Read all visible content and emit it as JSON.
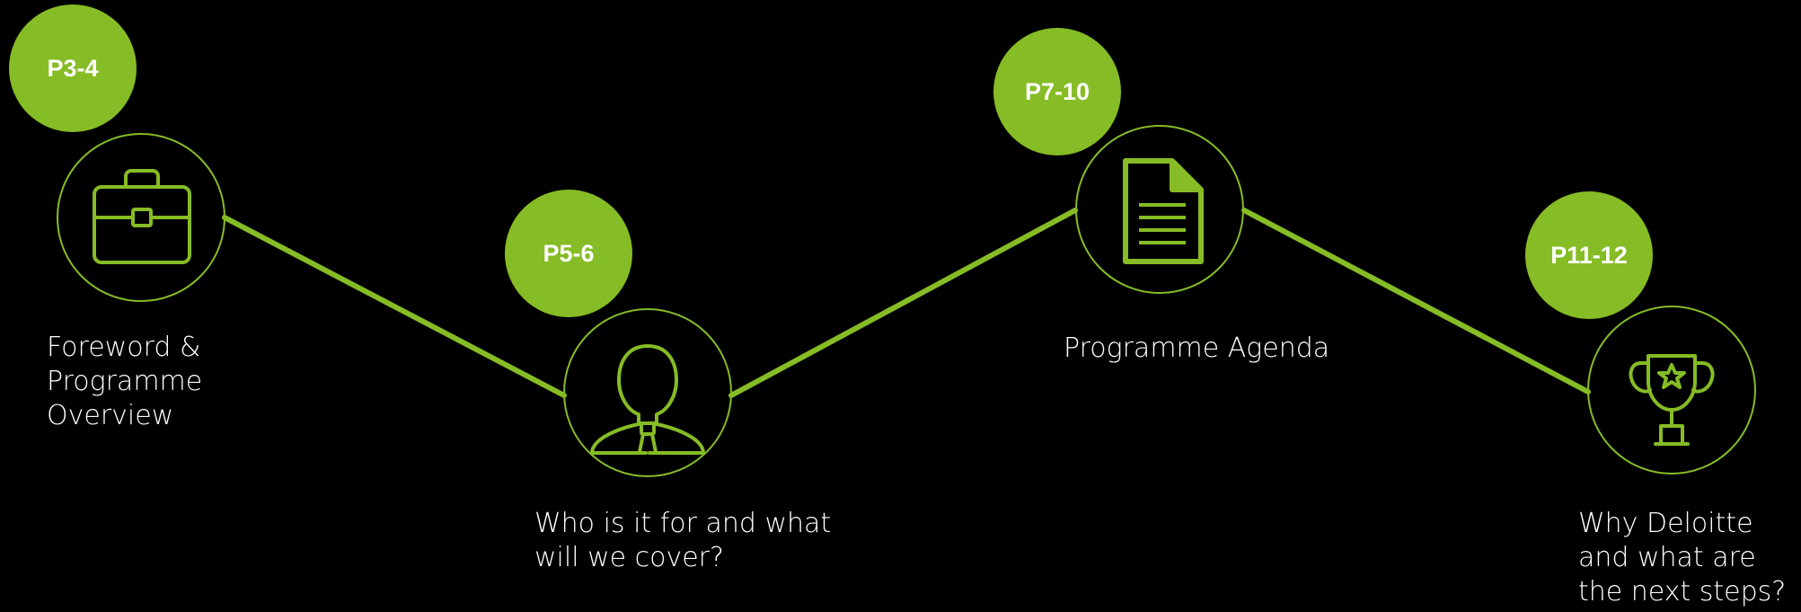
{
  "colors": {
    "accent": "#86bc25",
    "background": "#000000",
    "text": "#ffffff"
  },
  "stages": [
    {
      "page_range": "P3-4",
      "label": "Foreword & Programme Overview",
      "icon": "briefcase-icon"
    },
    {
      "page_range": "P5-6",
      "label": "Who is it for and what will we cover?",
      "icon": "person-icon"
    },
    {
      "page_range": "P7-10",
      "label": "Programme Agenda",
      "icon": "document-icon"
    },
    {
      "page_range": "P11-12",
      "label": "Why Deloitte and what are the next steps?",
      "icon": "trophy-icon"
    }
  ]
}
